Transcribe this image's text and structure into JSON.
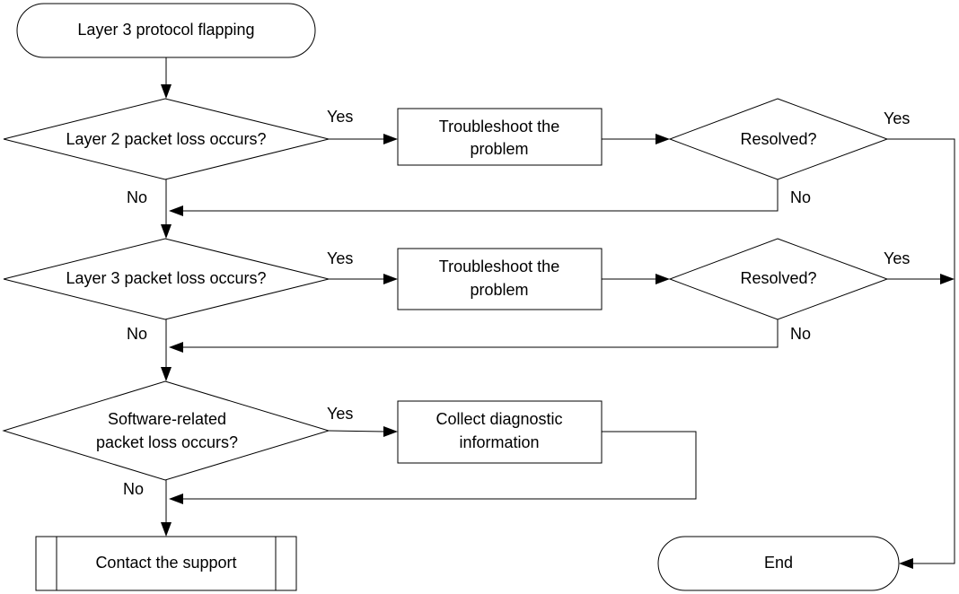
{
  "start": {
    "label": "Layer 3 protocol flapping"
  },
  "decisions": [
    {
      "lines": [
        "Layer 2 packet loss occurs?"
      ]
    },
    {
      "lines": [
        "Layer 3 packet loss occurs?"
      ]
    },
    {
      "lines": [
        "Software-related",
        "packet loss occurs?"
      ]
    }
  ],
  "actions": [
    {
      "lines": [
        "Troubleshoot the",
        "problem"
      ]
    },
    {
      "lines": [
        "Troubleshoot the",
        "problem"
      ]
    },
    {
      "lines": [
        "Collect diagnostic",
        "information"
      ]
    }
  ],
  "checks": [
    {
      "label": "Resolved?"
    },
    {
      "label": "Resolved?"
    }
  ],
  "branch_labels": {
    "yes": "Yes",
    "no": "No"
  },
  "contact": {
    "label": "Contact the support"
  },
  "end": {
    "label": "End"
  }
}
